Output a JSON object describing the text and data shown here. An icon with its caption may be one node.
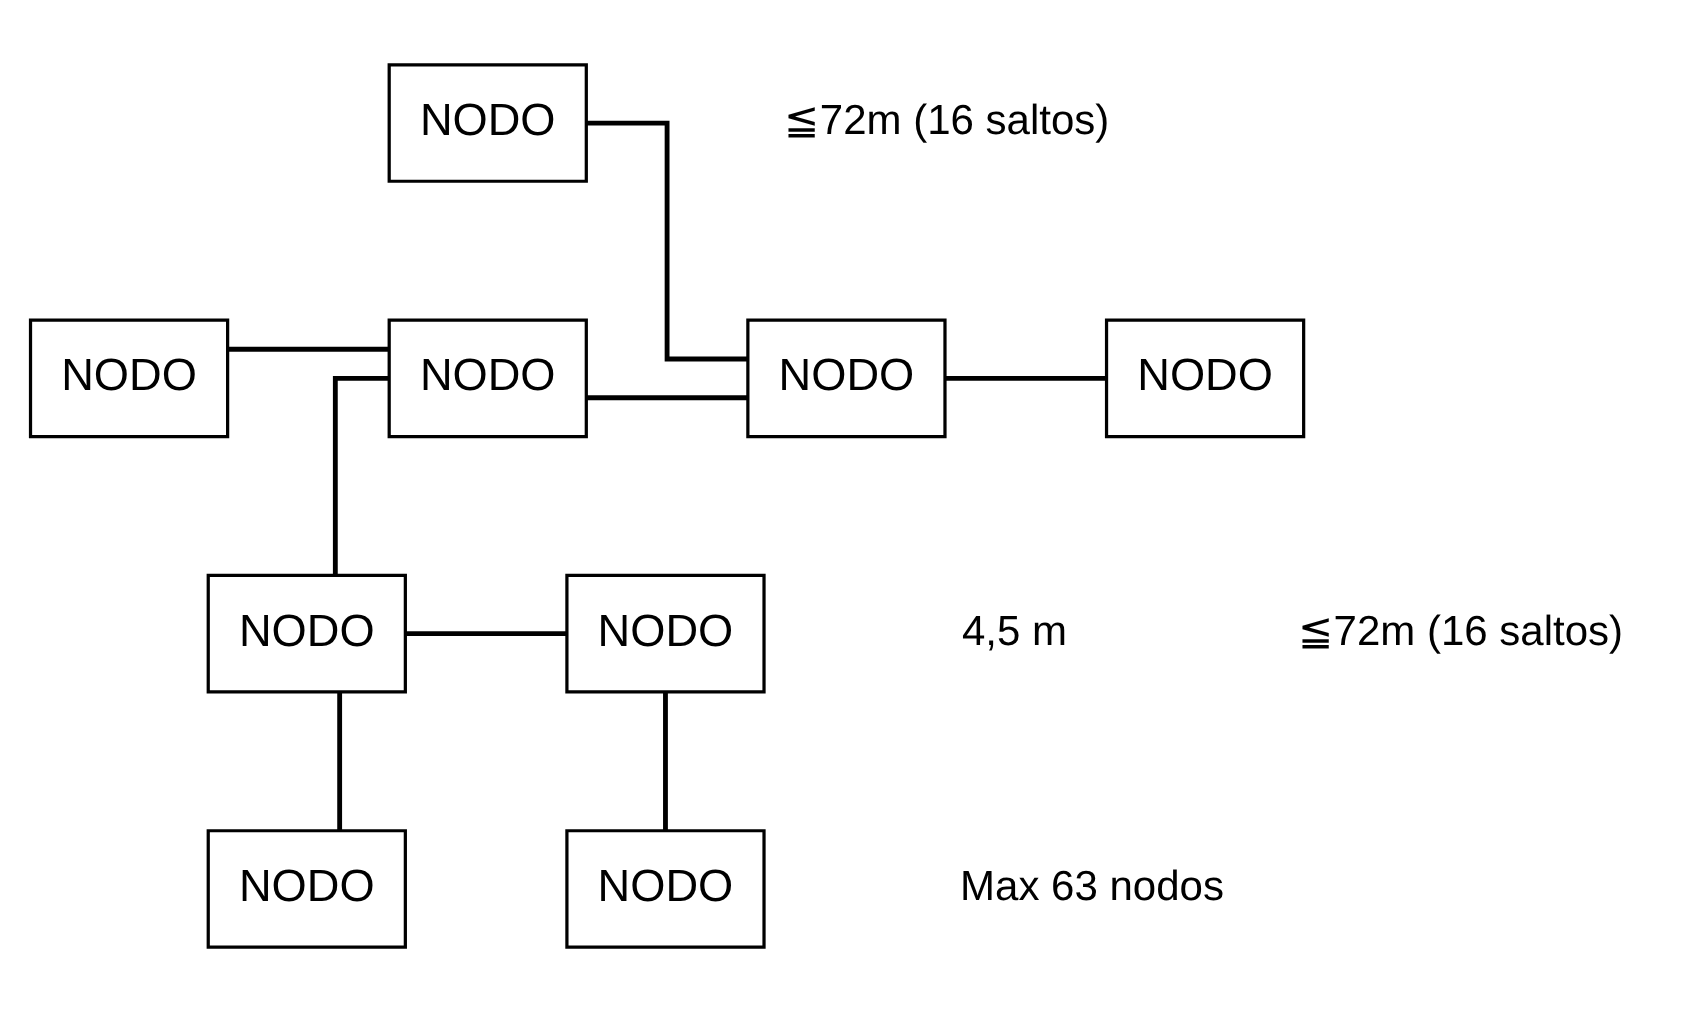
{
  "diagram": {
    "nodes": [
      {
        "text": [
          "NODO"
        ]
      },
      {
        "text": [
          "NODO"
        ]
      },
      {
        "text": [
          "NODO"
        ]
      },
      {
        "text": [
          "NODO"
        ]
      },
      {
        "text": [
          "NODO"
        ]
      },
      {
        "text": [
          "NODO"
        ]
      },
      {
        "text": [
          "NODO"
        ]
      },
      {
        "text": [
          "NODO"
        ]
      },
      {
        "text": [
          "NODO"
        ]
      }
    ],
    "edges": [
      {
        "from": 1,
        "to": 2,
        "arrow": "none"
      },
      {
        "from": 2,
        "to": 3,
        "arrow": "none"
      },
      {
        "from": 3,
        "to": 4,
        "arrow": "none"
      },
      {
        "from": 0,
        "to": 3,
        "arrow": "none"
      },
      {
        "from": 2,
        "to": 5,
        "arrow": "none"
      },
      {
        "from": 5,
        "to": 6,
        "arrow": "none"
      },
      {
        "from": 5,
        "to": 7,
        "arrow": "none"
      },
      {
        "from": 6,
        "to": 8,
        "arrow": "none"
      }
    ],
    "labels": [
      "≦72m (16 saltos)",
      "4,5 m",
      "≦72m (16 saltos)",
      "Max 63 nodos"
    ]
  }
}
